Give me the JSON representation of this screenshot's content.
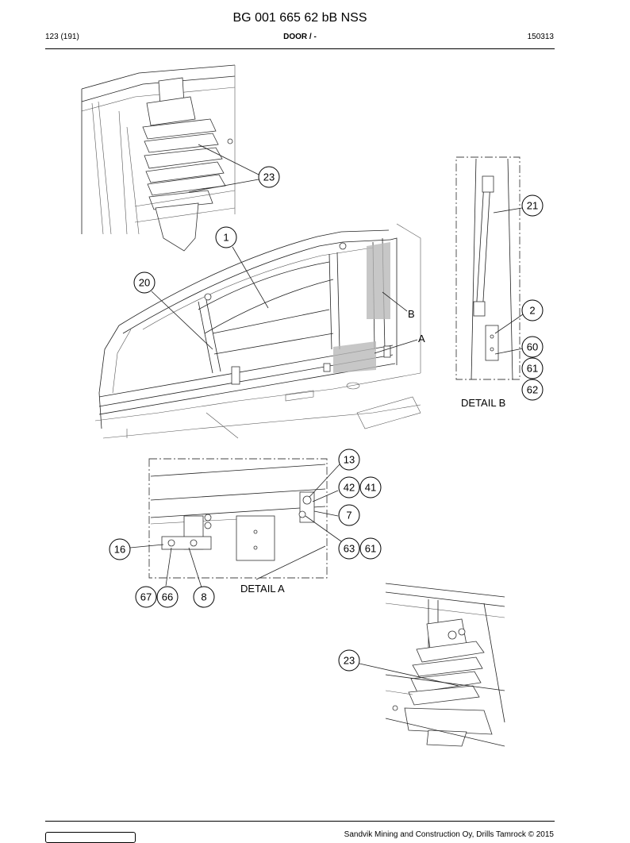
{
  "document": {
    "title": "BG 001 665 62 bB NSS",
    "page": "123 (191)",
    "section": "DOOR / -",
    "date": "150313",
    "footer": "Sandvik Mining and Construction Oy, Drills Tamrock © 2015"
  },
  "views": {
    "detail_a_label": "DETAIL A",
    "detail_b_label": "DETAIL B",
    "marker_a": "A",
    "marker_b": "B"
  },
  "callouts": {
    "c23_top": "23",
    "c1": "1",
    "c20": "20",
    "c21": "21",
    "c2": "2",
    "c60": "60",
    "c61_b": "61",
    "c62": "62",
    "c13": "13",
    "c42": "42",
    "c41": "41",
    "c7": "7",
    "c16": "16",
    "c63": "63",
    "c61_a": "61",
    "c67": "67",
    "c66": "66",
    "c8": "8",
    "c23_bottom": "23"
  }
}
